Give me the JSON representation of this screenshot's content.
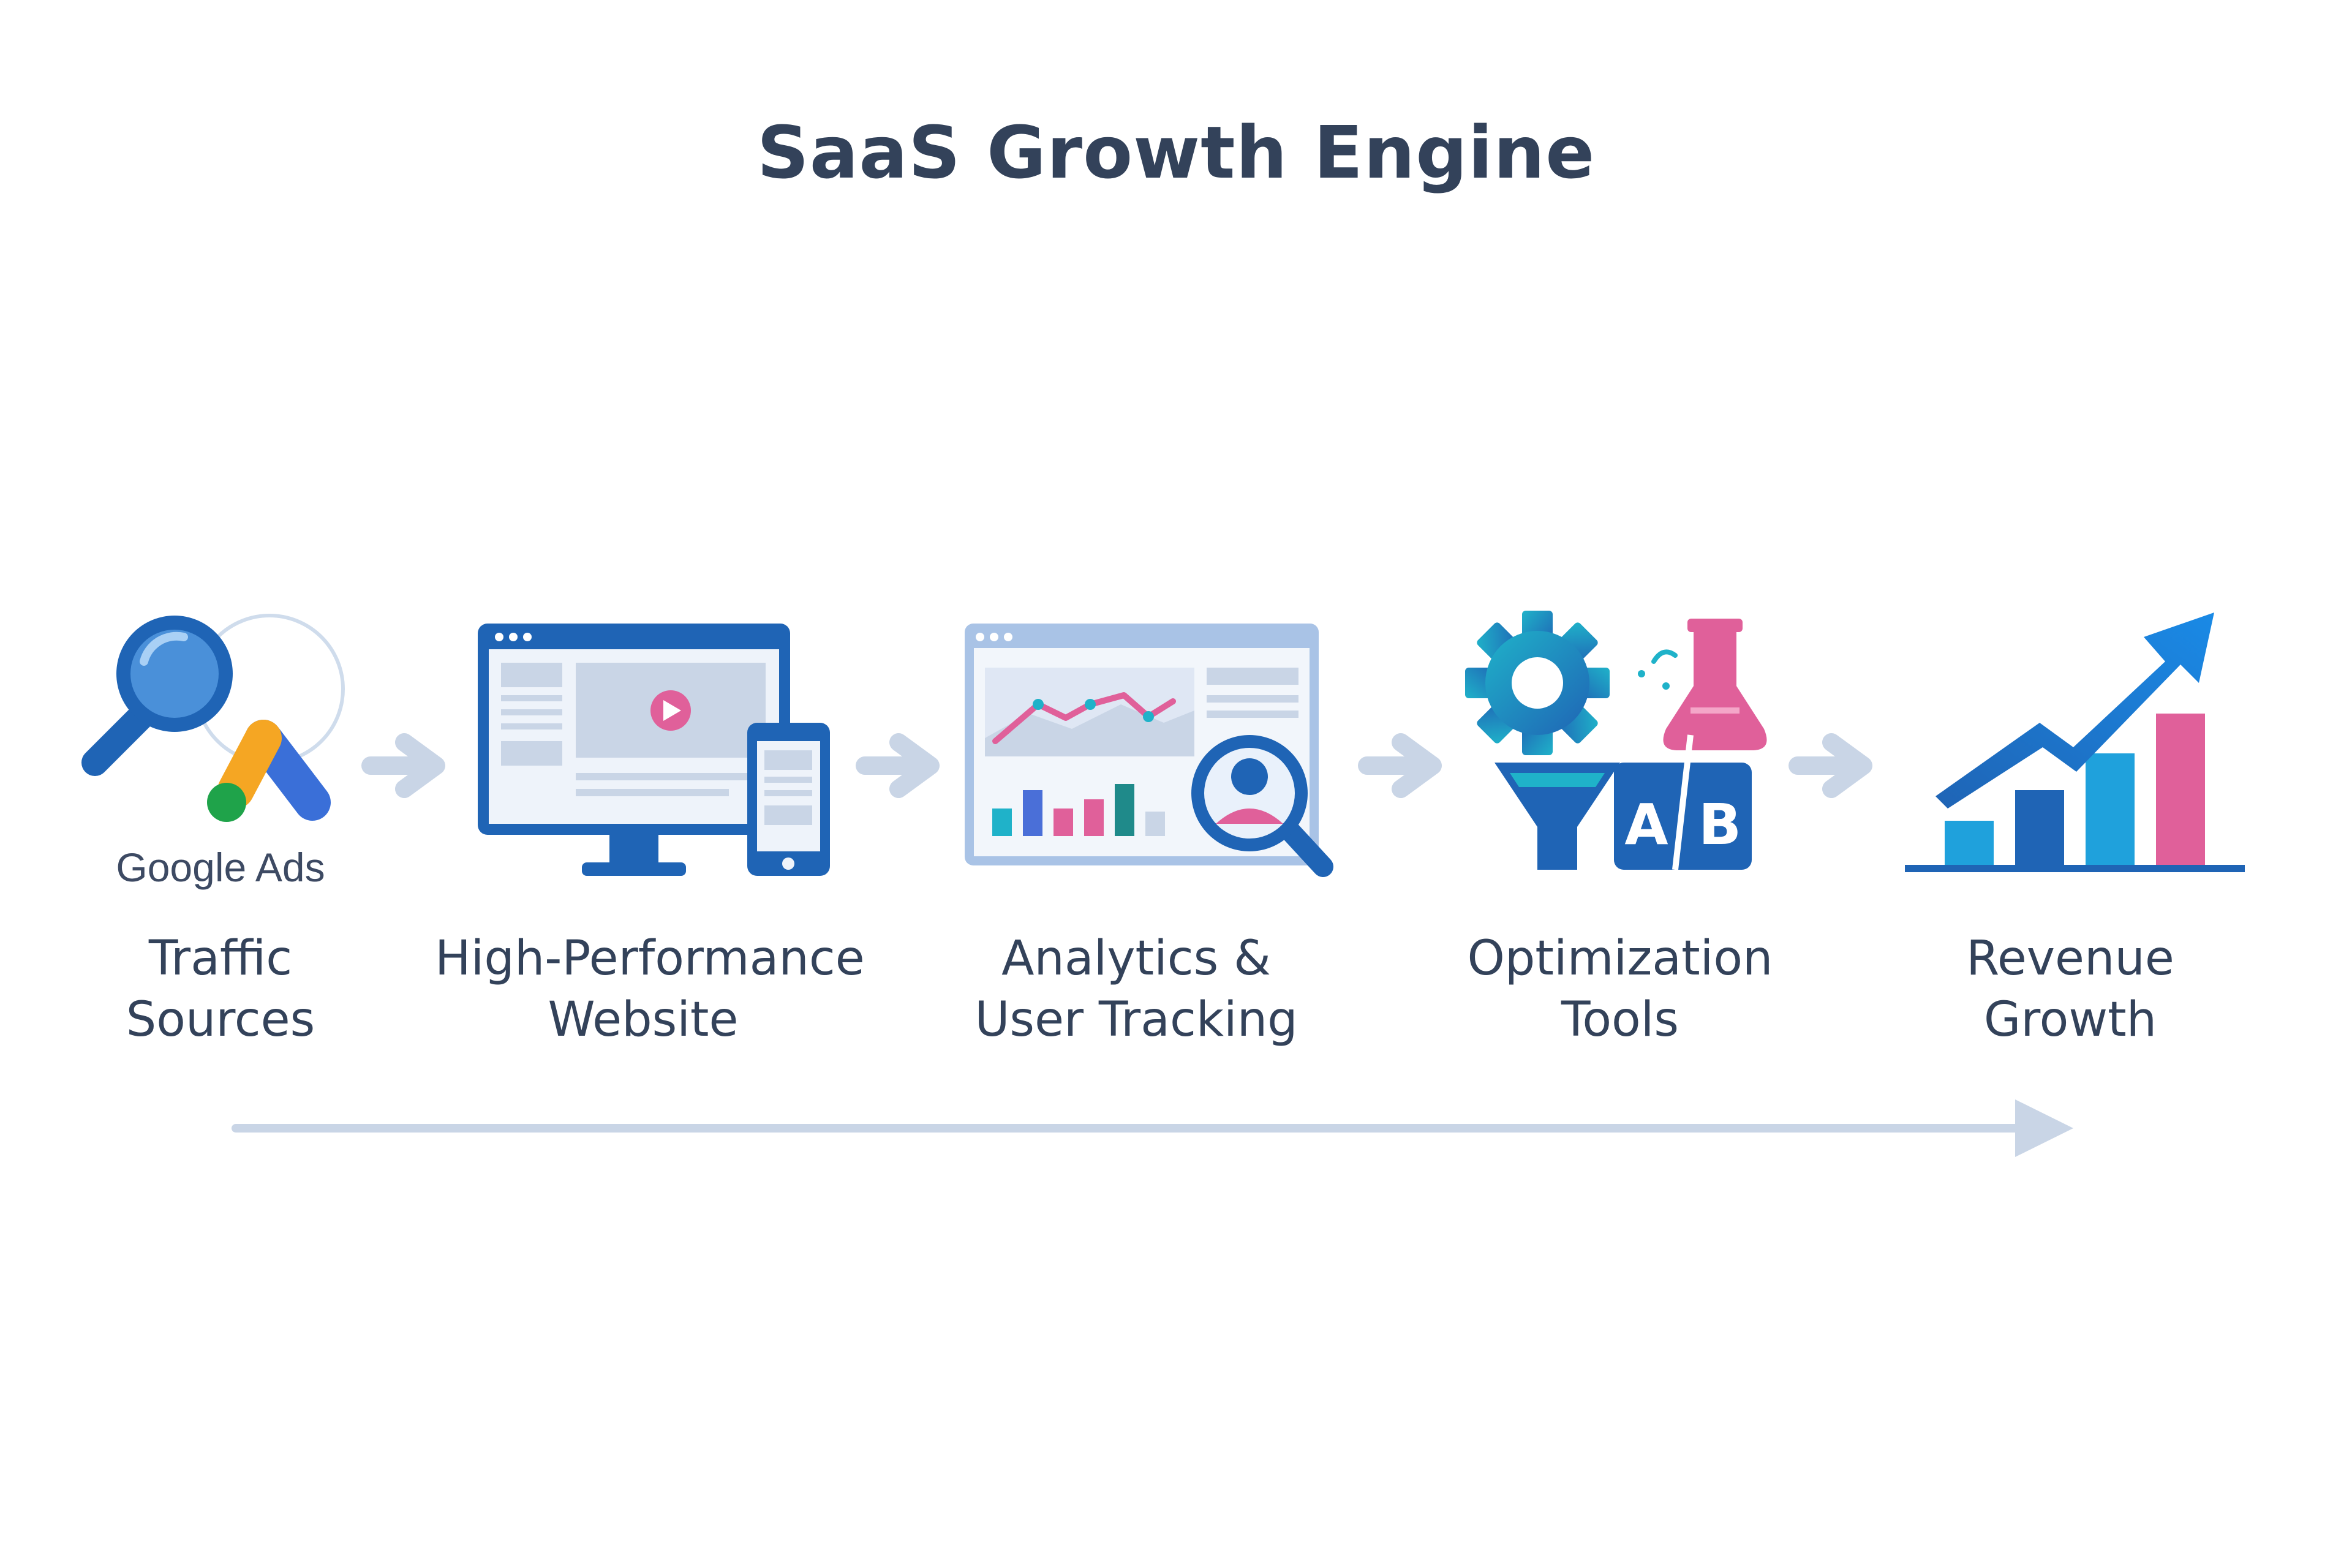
{
  "title": "SaaS Growth Engine",
  "stages": [
    {
      "line1": "Traffic",
      "line2": "Sources",
      "icon": "magnifier-google-ads-icon",
      "badge": "Google Ads"
    },
    {
      "line1": "High-Performance",
      "line2": "Website",
      "icon": "desktop-and-phone-icon"
    },
    {
      "line1": "Analytics &",
      "line2": "User Tracking",
      "icon": "analytics-dashboard-icon"
    },
    {
      "line1": "Optimization",
      "line2": "Tools",
      "icon": "gear-funnel-ab-test-icon"
    },
    {
      "line1": "Revenue",
      "line2": "Growth",
      "icon": "growth-chart-icon"
    }
  ],
  "ab_test": {
    "a": "A",
    "b": "B"
  },
  "colors": {
    "title": "#33425a",
    "primary_blue": "#1f64b5",
    "light_blue": "#dfe7f4",
    "accent_pink": "#e0609a",
    "teal": "#1fb2c9",
    "arrow": "#c9d5e6"
  }
}
